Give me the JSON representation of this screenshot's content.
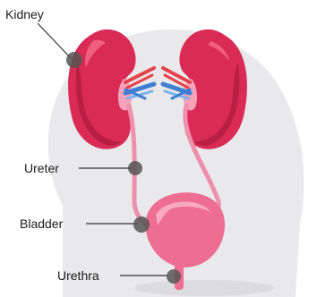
{
  "diagram": {
    "labels": {
      "kidney": "Kidney",
      "ureter": "Ureter",
      "bladder": "Bladder",
      "urethra": "Urethra"
    },
    "colors": {
      "background_circle": "#e9e9eb",
      "kidney_main": "#d92b55",
      "kidney_shadow": "#b81f44",
      "kidney_highlight": "#ef5f80",
      "pelvis_pink": "#f4a3b9",
      "tube_pink": "#ee8fab",
      "bladder_main": "#ee6d93",
      "bladder_light": "#f6a9c0",
      "artery_red": "#e8414a",
      "vein_blue": "#3f7fd3",
      "vein_light_blue": "#7db3ec",
      "marker_dot": "#555555",
      "leader_line": "#333333"
    }
  }
}
